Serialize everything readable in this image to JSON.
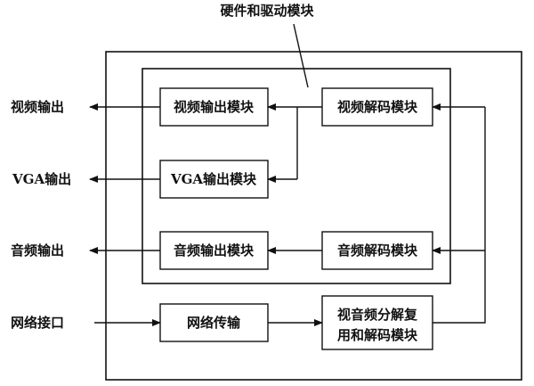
{
  "title": "硬件和驱动模块",
  "modules": {
    "video_out": "视频输出模块",
    "video_decode": "视频解码模块",
    "vga_out": "VGA输出模块",
    "audio_out": "音频输出模块",
    "audio_decode": "音频解码模块",
    "network": "网络传输",
    "demux_line1": "视音频分解复",
    "demux_line2": "用和解码模块"
  },
  "external": {
    "video_output": "视频输出",
    "vga_output": "VGA输出",
    "audio_output": "音频输出",
    "network_interface": "网络接口"
  },
  "colors": {
    "stroke": "#111111",
    "background": "#ffffff"
  }
}
